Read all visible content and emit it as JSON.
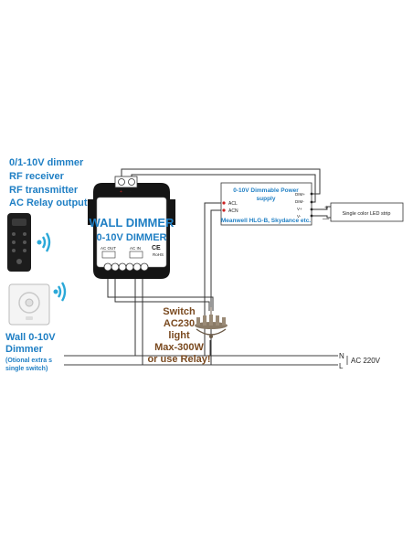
{
  "features": [
    "0/1-10V dimmer",
    "RF receiver",
    "RF transmitter",
    "AC Relay output"
  ],
  "dimmer": {
    "title": "WALL DIMMER",
    "subtitle": "0-10V DIMMER",
    "ac_out": "AC OUT",
    "ac_in": "AC IN",
    "rohs": "RoHS",
    "terminal_top": [
      "+",
      "-"
    ]
  },
  "wall_panel": {
    "label_line1": "Wall 0-10V",
    "label_line2": "Dimmer",
    "note_line1": "(Otional extra s",
    "note_line2": "single switch)"
  },
  "power_supply": {
    "title_line1": "0-10V Dimmable Power",
    "title_line2": "supply",
    "acl": "ACL",
    "acn": "ACN",
    "pins": [
      "DIM+",
      "DIM-",
      "V+",
      "V-"
    ],
    "brands": "Meanwell HLG-B, Skydance etc."
  },
  "led_strip": {
    "label": "Single color LED strip",
    "plus": "+",
    "minus": "—"
  },
  "switch_note": [
    "Switch",
    "AC230",
    "light",
    "Max-300W",
    "or use Relay!"
  ],
  "mains": {
    "n": "N",
    "l": "L",
    "voltage": "AC 220V"
  },
  "colors": {
    "accent": "#1f7fc4",
    "note": "#7a4a20",
    "psu_red": "#cc2222"
  }
}
